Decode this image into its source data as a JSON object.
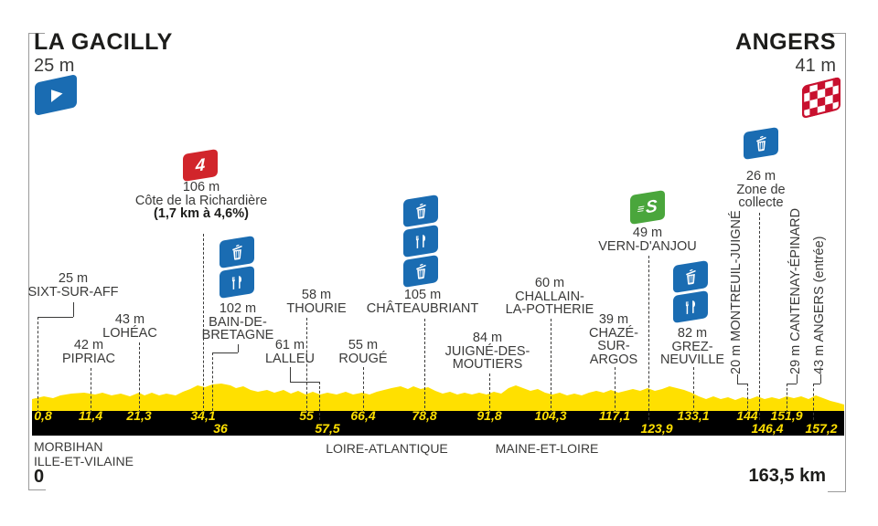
{
  "stage": {
    "start": {
      "name": "LA GACILLY",
      "elevation": "25 m"
    },
    "finish": {
      "name": "ANGERS",
      "elevation": "41 m"
    },
    "start_km": "0",
    "total_distance": "163,5 km"
  },
  "regions": [
    {
      "label": "MORBIHAN"
    },
    {
      "label": "ILLE-ET-VILAINE"
    },
    {
      "label": "LOIRE-ATLANTIQUE"
    },
    {
      "label": "MAINE-ET-LOIRE"
    }
  ],
  "waypoints": [
    {
      "km_label": "0,8",
      "lines": [
        "25 m",
        "SIXT-SUR-AFF"
      ]
    },
    {
      "km_label": "11,4",
      "lines": [
        "42 m",
        "PIPRIAC"
      ]
    },
    {
      "km_label": "21,3",
      "lines": [
        "43 m",
        "LOHÉAC"
      ]
    },
    {
      "km_label": "34,1",
      "type": "climb",
      "category": "4",
      "lines": [
        "106 m",
        "Côte de la Richardière",
        "(1,7 km à 4,6%)"
      ]
    },
    {
      "km_label": "36",
      "icons": [
        "trash",
        "food"
      ],
      "lines": [
        "102 m",
        "BAIN-DE-",
        "BRETAGNE"
      ]
    },
    {
      "km_label": "55",
      "lines": [
        "58 m",
        "THOURIE"
      ]
    },
    {
      "km_label": "57,5",
      "lines": [
        "61 m",
        "LALLEU"
      ]
    },
    {
      "km_label": "66,4",
      "lines": [
        "55 m",
        "ROUGÉ"
      ]
    },
    {
      "km_label": "78,8",
      "icons": [
        "trash",
        "food",
        "trash"
      ],
      "lines": [
        "105 m",
        "CHÂTEAUBRIANT"
      ]
    },
    {
      "km_label": "91,8",
      "lines": [
        "84 m",
        "JUIGNÉ-DES-",
        "MOUTIERS"
      ]
    },
    {
      "km_label": "104,3",
      "lines": [
        "60 m",
        "CHALLAIN-",
        "LA-POTHERIE"
      ]
    },
    {
      "km_label": "117,1",
      "lines": [
        "39 m",
        "CHAZÉ-",
        "SUR-",
        "ARGOS"
      ]
    },
    {
      "km_label": "123,9",
      "type": "sprint",
      "sprint_letter": "S",
      "lines": [
        "49 m",
        "VERN-D'ANJOU"
      ]
    },
    {
      "km_label": "133,1",
      "icons": [
        "trash",
        "food"
      ],
      "lines": [
        "82 m",
        "GREZ-",
        "NEUVILLE"
      ]
    },
    {
      "km_label": "144",
      "lines": [
        "20 m MONTREUIL-JUIGNÉ"
      ]
    },
    {
      "km_label": "146,4",
      "icons": [
        "trash"
      ],
      "lines": [
        "26 m",
        "Zone de",
        "collecte"
      ]
    },
    {
      "km_label": "151,9",
      "lines": [
        "29 m CANTENAY-ÉPINARD"
      ]
    },
    {
      "km_label": "157,2",
      "lines": [
        "43 m ANGERS (entrée)"
      ]
    }
  ],
  "colors": {
    "flag_blue": "#1a6cb2",
    "flag_red": "#d1252b",
    "flag_green": "#4aa63c",
    "checker_red": "#c8102e",
    "profile_yellow": "#ffe000",
    "bar_black": "#000000",
    "text_dark": "#3a3a39"
  },
  "chart_data": {
    "type": "area",
    "title": "Stage profile La Gacilly → Angers",
    "xlabel": "km",
    "ylabel": "m",
    "xlim": [
      0,
      163.5
    ],
    "x_km": [
      0,
      0.8,
      11.4,
      21.3,
      34.1,
      36,
      55,
      57.5,
      66.4,
      78.8,
      91.8,
      104.3,
      117.1,
      123.9,
      133.1,
      144,
      146.4,
      151.9,
      157.2,
      163.5
    ],
    "elevation_m": [
      25,
      25,
      42,
      43,
      106,
      102,
      58,
      61,
      55,
      105,
      84,
      60,
      39,
      49,
      82,
      20,
      26,
      29,
      43,
      41
    ],
    "point_names": [
      "La Gacilly",
      "Sixt-sur-Aff",
      "Pipriac",
      "Lohéac",
      "Côte de la Richardière",
      "Bain-de-Bretagne",
      "Thourie",
      "Lalleu",
      "Rougé",
      "Châteaubriant",
      "Juigné-des-Moutiers",
      "Challain-la-Potherie",
      "Chazé-sur-Argos",
      "Vern-d'Anjou",
      "Grez-Neuville",
      "Montreuil-Juigné",
      "Zone de collecte",
      "Cantenay-Épinard",
      "Angers (entrée)",
      "Angers"
    ],
    "climb": {
      "name": "Côte de la Richardière",
      "category": 4,
      "length_km": 1.7,
      "gradient_pct": 4.6,
      "at_km": 34.1
    },
    "sprint": {
      "name": "Vern-d'Anjou",
      "at_km": 123.9
    }
  }
}
